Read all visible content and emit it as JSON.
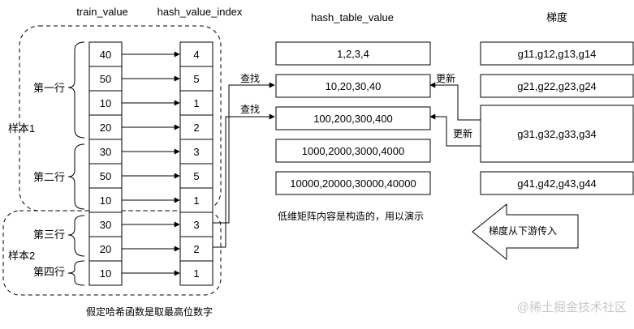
{
  "headers": {
    "train_value": "train_value",
    "hash_value_index": "hash_value_index",
    "hash_table_value": "hash_table_value",
    "gradient": "梯度"
  },
  "train_values": [
    "40",
    "50",
    "10",
    "20",
    "30",
    "50",
    "10",
    "30",
    "20",
    "10"
  ],
  "hash_indices": [
    "4",
    "5",
    "1",
    "2",
    "3",
    "5",
    "1",
    "3",
    "2",
    "1"
  ],
  "row_labels": [
    "第一行",
    "第二行",
    "第三行",
    "第四行"
  ],
  "sample_labels": [
    "样本1",
    "样本2"
  ],
  "hash_table": [
    "1,2,3,4",
    "10,20,30,40",
    "100,200,300,400",
    "1000,2000,3000,4000",
    "10000,20000,30000,40000"
  ],
  "gradients": [
    "g11,g12,g13,g14",
    "g21,g22,g23,g24",
    "g31,g32,g33,g34",
    "g41,g42,g43,g44"
  ],
  "lookup_labels": [
    "查找",
    "查找"
  ],
  "update_labels": [
    "更新",
    "更新"
  ],
  "notes": {
    "constructed": "低维矩阵内容是构造的，用以演示",
    "hash_assumption": "假定哈希函数是取最高位数字",
    "backprop": "梯度从下游传入",
    "watermark": "@稀土掘金技术社区"
  }
}
